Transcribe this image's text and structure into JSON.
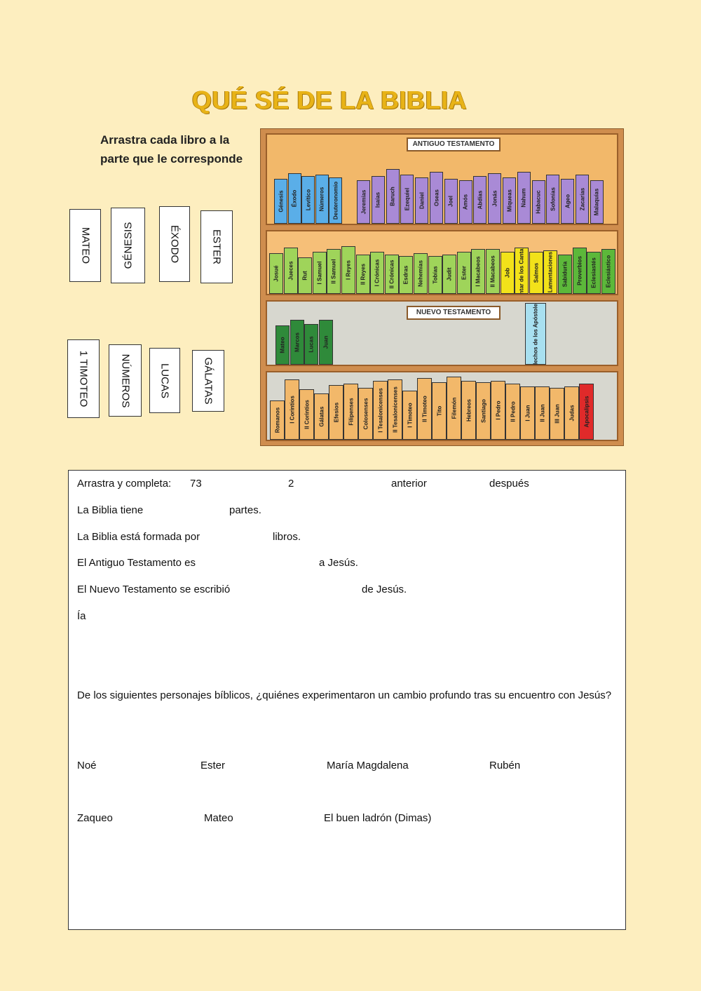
{
  "title": "QUÉ SÉ DE LA BIBLIA",
  "instruction": "Arrastra cada libro a la parte que le corresponde",
  "cards": [
    {
      "label": "MATEO"
    },
    {
      "label": "GÉNESIS"
    },
    {
      "label": "ÉXODO"
    },
    {
      "label": "ESTER"
    },
    {
      "label": "1 TIMOTEO"
    },
    {
      "label": "NÚMEROS"
    },
    {
      "label": "LUCAS"
    },
    {
      "label": "GÁLATAS"
    }
  ],
  "bookshelf": {
    "old_testament_label": "ANTIGUO TESTAMENTO",
    "new_testament_label": "NUEVO TESTAMENTO",
    "colors": {
      "pentateuco": "#5aaee8",
      "profetas": "#a98ad6",
      "historicos": "#9fd45a",
      "sapienciales_yellow": "#f2e21a",
      "sapienciales_green": "#5cb83a",
      "evangelios": "#2f8a3a",
      "hechos": "#a8e0f0",
      "cartas": "#f2b86a",
      "apocalipsis": "#e02a2a"
    },
    "row1": [
      "Génesis",
      "Éxodo",
      "Levítico",
      "Números",
      "Deuteronomio",
      "Jeremías",
      "Isaías",
      "Baruch",
      "Ezequiel",
      "Daniel",
      "Oseas",
      "Joel",
      "Amós",
      "Abdías",
      "Jonás",
      "Miqueas",
      "Nahum",
      "Habacuc",
      "Sofonías",
      "Ageo",
      "Zacarías",
      "Malaquías"
    ],
    "row2": [
      "Josué",
      "Jueces",
      "Rut",
      "I Samuel",
      "II Samuel",
      "I Reyes",
      "II Reyes",
      "I Crónicas",
      "II Crónicas",
      "Esdras",
      "Nehemías",
      "Tobías",
      "Judit",
      "Ester",
      "I Macabeos",
      "II Macabeos",
      "Job",
      "Cantar de los Cantares",
      "Salmos",
      "Lamentaciones",
      "Sabiduría",
      "Proverbios",
      "Eclesiastés",
      "Eclesiástico"
    ],
    "row3": [
      "Mateo",
      "Marcos",
      "Lucas",
      "Juan",
      "Hechos de los Apóstoles"
    ],
    "row4": [
      "Romanos",
      "I Corintios",
      "II Corintios",
      "Gálatas",
      "Efesios",
      "Filipenses",
      "Colosenses",
      "I Tesalonicenses",
      "II Tesalonicenses",
      "I Timoteo",
      "II Timoteo",
      "Tito",
      "Filemón",
      "Hebreos",
      "Santiago",
      "I Pedro",
      "II Pedro",
      "I Juan",
      "II Juan",
      "III Juan",
      "Judas",
      "Apocalipsis"
    ]
  },
  "exercise": {
    "prompt": "Arrastra y completa:",
    "options": [
      "73",
      "2",
      "anterior",
      "después"
    ],
    "sentences": [
      {
        "before": "La Biblia tiene",
        "after": "partes."
      },
      {
        "before": "La Biblia está formada por",
        "after": "libros."
      },
      {
        "before": "El Antiguo Testamento es",
        "after": "a Jesús."
      },
      {
        "before": "El Nuevo Testamento se escribió",
        "after": "de Jesús."
      }
    ],
    "stray_text": "Ía",
    "question": "De los siguientes personajes bíblicos, ¿quiénes experimentaron un cambio profundo tras su encuentro con Jesús?",
    "characters_row1": [
      "Noé",
      "Ester",
      "María Magdalena",
      "Rubén"
    ],
    "characters_row2": [
      "Zaqueo",
      "Mateo",
      "El buen ladrón (Dimas)"
    ]
  }
}
